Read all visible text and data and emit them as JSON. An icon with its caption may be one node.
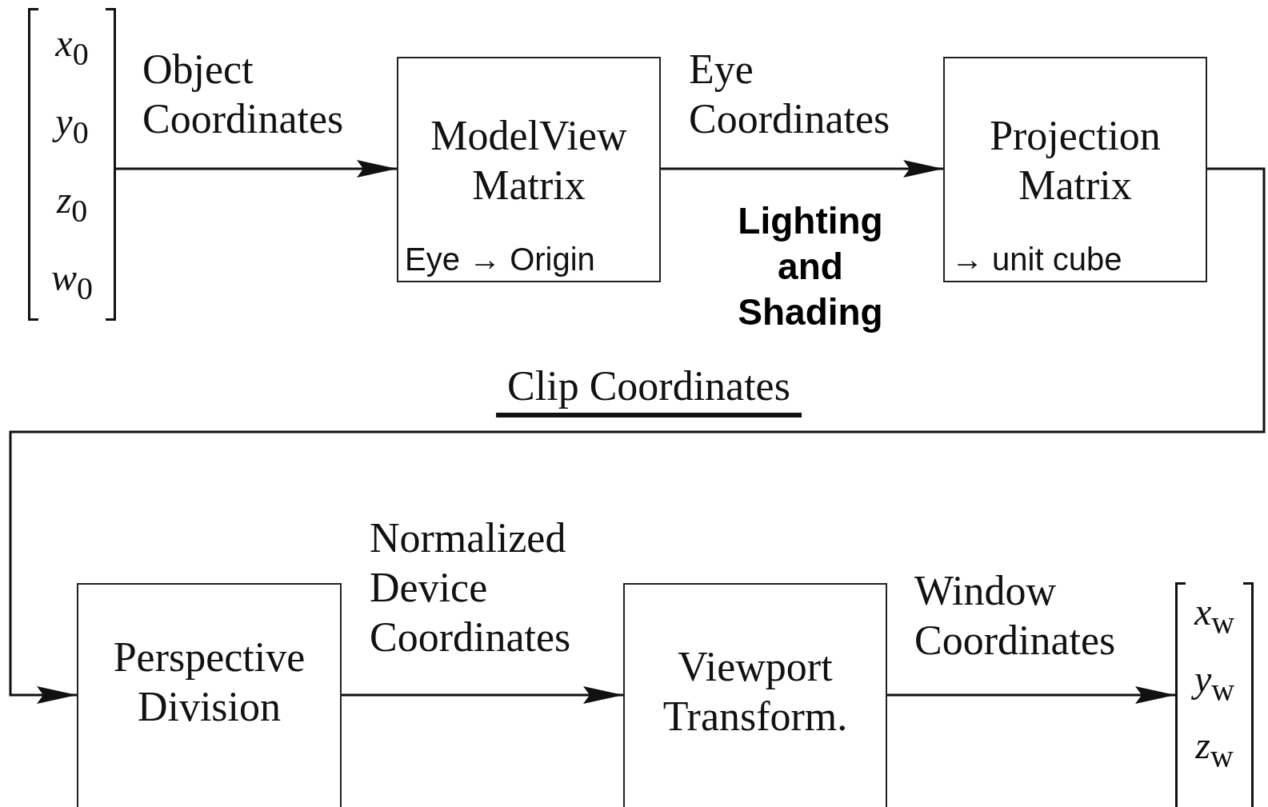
{
  "diagram": {
    "nodes": [
      {
        "text": [
          "*x*$_{0}$",
          "*y*$_{0}$",
          "*z*$_{0}$",
          "*w*$_{0}$"
        ]
      },
      {
        "text": [
          "ModelView Matrix",
          "Eye → Origin"
        ]
      },
      {
        "text": [
          "Projection Matrix",
          "→ unit cube"
        ]
      },
      {
        "text": [
          "Perspective Division"
        ]
      },
      {
        "text": [
          "Viewport Transform."
        ]
      },
      {
        "text": [
          "*x*$_{w}$",
          "*y*$_{w}$",
          "*z*$_{w}$"
        ]
      }
    ],
    "edges": [
      {
        "from": 0,
        "to": 1,
        "arrow": "to",
        "label": "Object Coordinates"
      },
      {
        "from": 1,
        "to": 2,
        "arrow": "to",
        "label": "Eye Coordinates"
      },
      {
        "from": 2,
        "to": 3,
        "arrow": "to",
        "label": "Clip Coordinates"
      },
      {
        "from": 3,
        "to": 4,
        "arrow": "to",
        "label": "Normalized Device Coordinates"
      },
      {
        "from": 4,
        "to": 5,
        "arrow": "to",
        "label": "Window Coordinates"
      }
    ],
    "labels": [
      "Lighting and Shading"
    ]
  }
}
